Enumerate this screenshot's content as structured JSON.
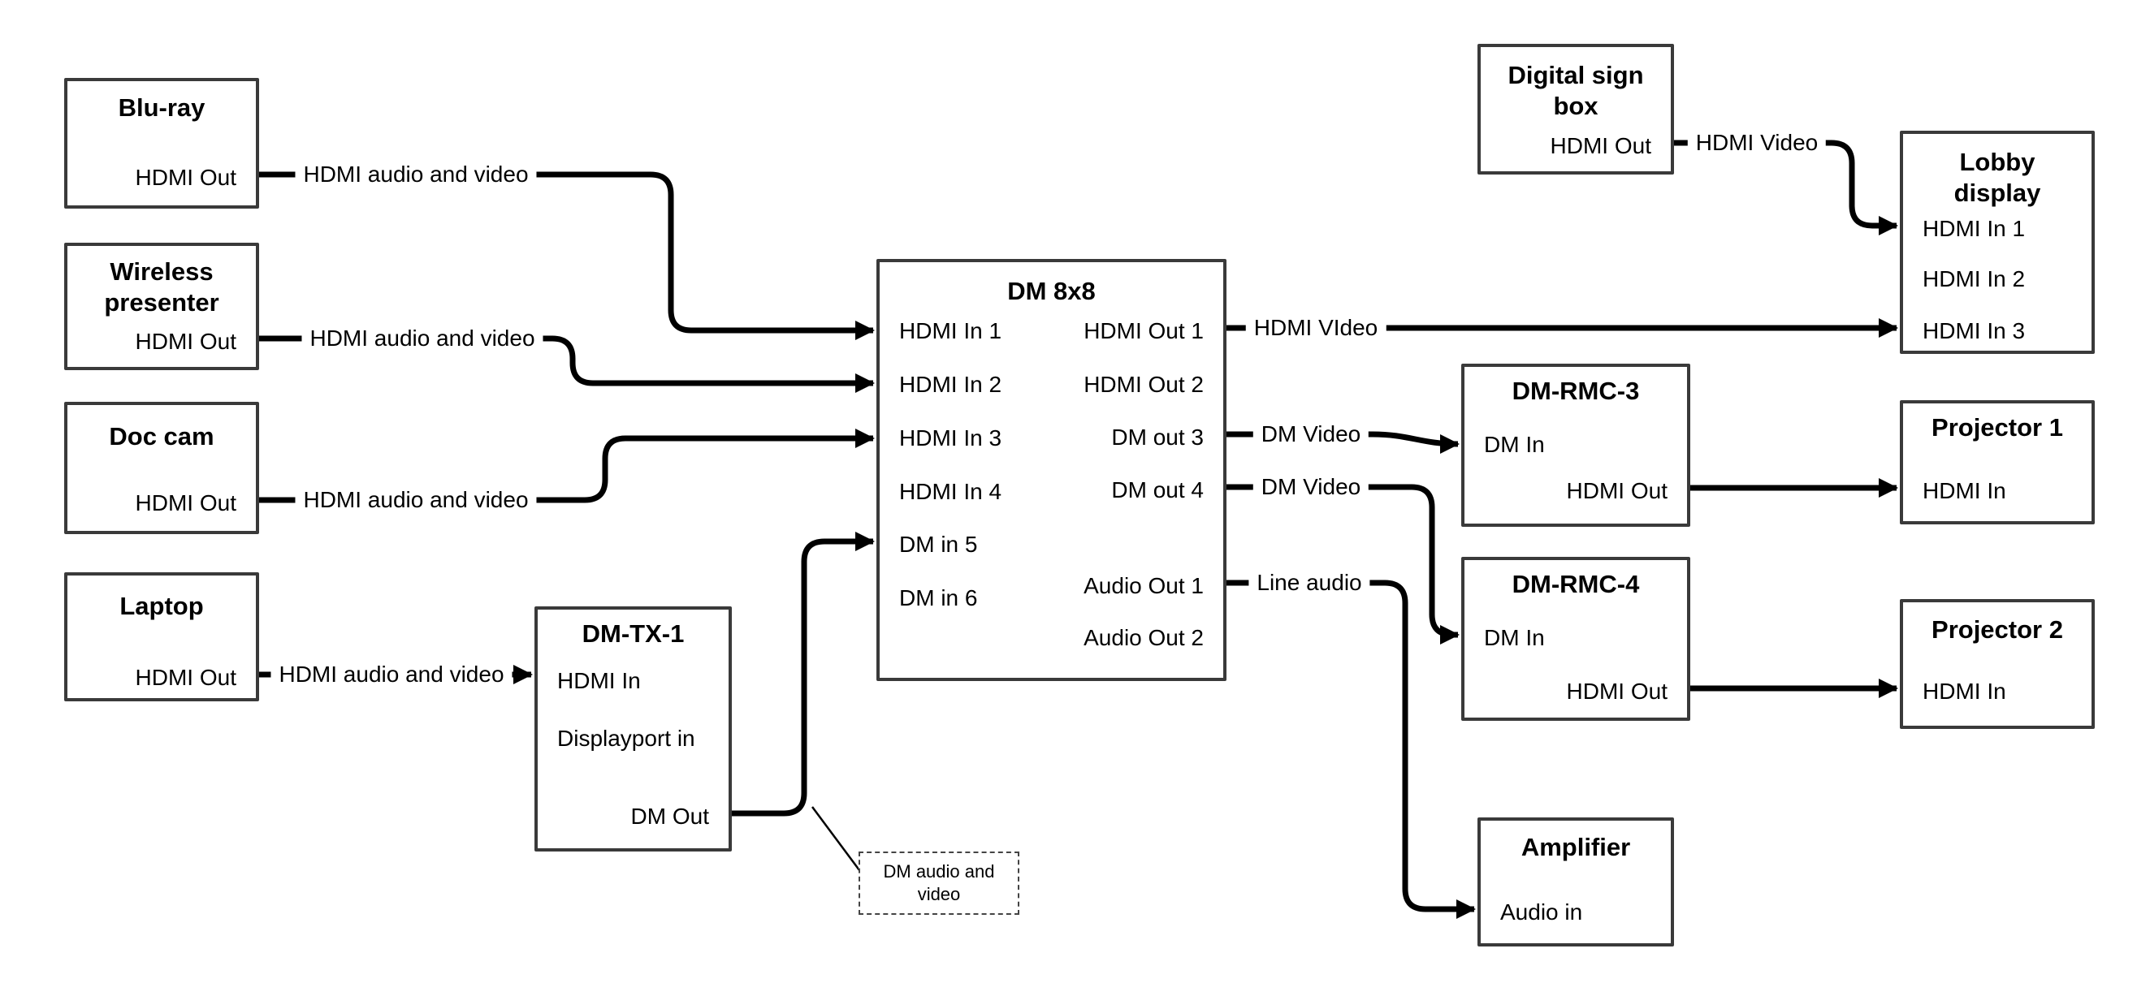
{
  "colors": {
    "background": "#ffffff",
    "box_border": "#3a3a3a",
    "line": "#000000",
    "text": "#000000"
  },
  "nodes": {
    "bluray": {
      "title": "Blu-ray",
      "ports": {
        "hdmi_out": "HDMI Out"
      }
    },
    "wireless": {
      "title": "Wireless\npresenter",
      "ports": {
        "hdmi_out": "HDMI Out"
      }
    },
    "doccam": {
      "title": "Doc cam",
      "ports": {
        "hdmi_out": "HDMI Out"
      }
    },
    "laptop": {
      "title": "Laptop",
      "ports": {
        "hdmi_out": "HDMI Out"
      }
    },
    "dmtx1": {
      "title": "DM-TX-1",
      "ports": {
        "hdmi_in": "HDMI In",
        "dp_in": "Displayport in",
        "dm_out": "DM Out"
      }
    },
    "dm8x8": {
      "title": "DM 8x8",
      "ports": {
        "in1": "HDMI In 1",
        "in2": "HDMI In 2",
        "in3": "HDMI In 3",
        "in4": "HDMI In 4",
        "in5": "DM in 5",
        "in6": "DM in 6",
        "out1": "HDMI Out 1",
        "out2": "HDMI Out 2",
        "out3": "DM out 3",
        "out4": "DM out 4",
        "aout1": "Audio Out 1",
        "aout2": "Audio Out 2"
      }
    },
    "digitalsign": {
      "title": "Digital sign\nbox",
      "ports": {
        "hdmi_out": "HDMI Out"
      }
    },
    "lobby": {
      "title": "Lobby\ndisplay",
      "ports": {
        "in1": "HDMI In 1",
        "in2": "HDMI In 2",
        "in3": "HDMI In 3"
      }
    },
    "rmc3": {
      "title": "DM-RMC-3",
      "ports": {
        "dm_in": "DM In",
        "hdmi_out": "HDMI Out"
      }
    },
    "proj1": {
      "title": "Projector 1",
      "ports": {
        "hdmi_in": "HDMI In"
      }
    },
    "rmc4": {
      "title": "DM-RMC-4",
      "ports": {
        "dm_in": "DM In",
        "hdmi_out": "HDMI Out"
      }
    },
    "proj2": {
      "title": "Projector 2",
      "ports": {
        "hdmi_in": "HDMI In"
      }
    },
    "amplifier": {
      "title": "Amplifier",
      "ports": {
        "audio_in": "Audio in"
      }
    }
  },
  "connections": [
    {
      "from": "bluray.hdmi_out",
      "to": "dm8x8.in1",
      "label": "HDMI audio and video"
    },
    {
      "from": "wireless.hdmi_out",
      "to": "dm8x8.in2",
      "label": "HDMI audio and video"
    },
    {
      "from": "doccam.hdmi_out",
      "to": "dm8x8.in3",
      "label": "HDMI audio and video"
    },
    {
      "from": "laptop.hdmi_out",
      "to": "dmtx1.hdmi_in",
      "label": "HDMI audio and video"
    },
    {
      "from": "dmtx1.dm_out",
      "to": "dm8x8.in5",
      "label": ""
    },
    {
      "from": "dm8x8.out1",
      "to": "lobby.in3",
      "label": "HDMI VIdeo"
    },
    {
      "from": "digitalsign.hdmi_out",
      "to": "lobby.in1",
      "label": "HDMI Video"
    },
    {
      "from": "dm8x8.out3",
      "to": "rmc3.dm_in",
      "label": "DM Video"
    },
    {
      "from": "dm8x8.out4",
      "to": "rmc4.dm_in",
      "label": "DM Video"
    },
    {
      "from": "dm8x8.aout1",
      "to": "amplifier.audio_in",
      "label": "Line audio"
    },
    {
      "from": "rmc3.hdmi_out",
      "to": "proj1.hdmi_in",
      "label": ""
    },
    {
      "from": "rmc4.hdmi_out",
      "to": "proj2.hdmi_in",
      "label": ""
    }
  ],
  "callout": {
    "text": "DM audio and\nvideo",
    "attached_to": "dmtx1.dm_out connection"
  }
}
